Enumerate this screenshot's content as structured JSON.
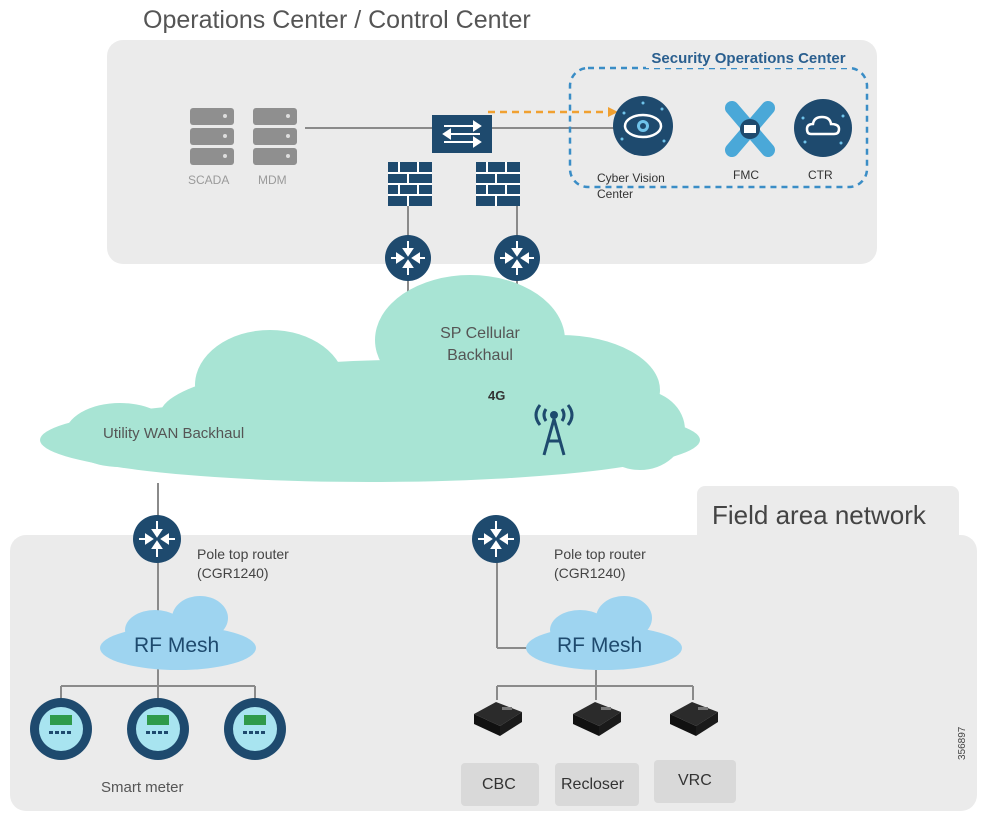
{
  "ops_center": {
    "title": "Operations Center / Control Center"
  },
  "soc": {
    "title": "Security Operations Center",
    "items": [
      {
        "icon": "eye-icon",
        "label": "Cyber Vision Center"
      },
      {
        "icon": "fmc-icon",
        "label": "FMC"
      },
      {
        "icon": "cloud-icon",
        "label": "CTR"
      }
    ]
  },
  "servers": [
    {
      "icon": "server-icon",
      "label": "SCADA"
    },
    {
      "icon": "server-icon",
      "label": "MDM"
    }
  ],
  "wan": {
    "cellular_label": "SP Cellular Backhaul",
    "utility_label": "Utility WAN Backhaul",
    "badge": "4G"
  },
  "field_area": {
    "title": "Field area network",
    "routers": [
      {
        "label": "Pole top router (CGR1240)"
      },
      {
        "label": "Pole top router (CGR1240)"
      }
    ],
    "meshes": [
      {
        "label": "RF Mesh"
      },
      {
        "label": "RF Mesh"
      }
    ],
    "smart_meter_label": "Smart meter",
    "devices": [
      {
        "label": "CBC"
      },
      {
        "label": "Recloser"
      },
      {
        "label": "VRC"
      }
    ]
  },
  "figure_id": "356897",
  "colors": {
    "router": "#1e4a6e",
    "cloud": "#a8e4d4",
    "mesh": "#9ed4f0",
    "soc_dash": "#3a8dc6",
    "arrow": "#f0a030"
  }
}
